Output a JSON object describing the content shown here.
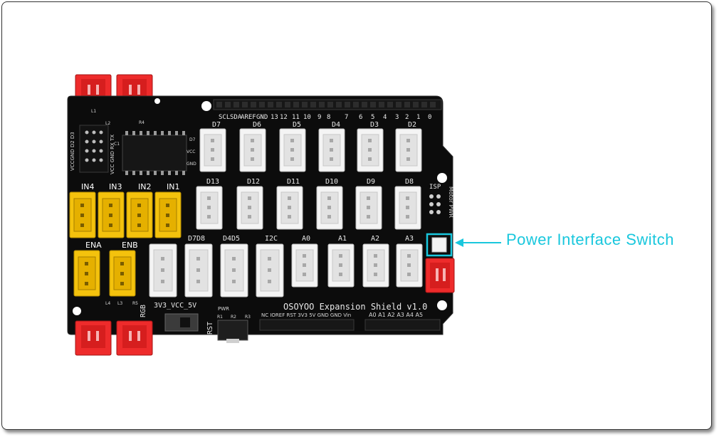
{
  "callout": {
    "label": "Power Interface Switch",
    "color": "#19c7dd"
  },
  "board": {
    "title": "OSOYOO Expansion Shield v1.0",
    "header_top_labels": [
      "SCL",
      "SDA",
      "AREF",
      "GND",
      "13",
      "12",
      "11",
      "10",
      "9",
      "8",
      "7",
      "6",
      "5",
      "4",
      "3",
      "2",
      "1",
      "0"
    ],
    "row1_labels": [
      "D7",
      "D6",
      "D5",
      "D4",
      "D3",
      "D2"
    ],
    "row2_labels": [
      "D13",
      "D12",
      "D11",
      "D10",
      "D9",
      "D8"
    ],
    "row3_labels": [
      "D7D8",
      "D4D5",
      "I2C",
      "A0",
      "A1",
      "A2",
      "A3"
    ],
    "yellow_top_labels": [
      "IN4",
      "IN3",
      "IN2",
      "IN1"
    ],
    "yellow_bottom_labels": [
      "ENA",
      "ENB"
    ],
    "isp_label": "ISP",
    "motor_pwr_label": "Motor PWR",
    "bottom_header_left": "NC IOREF RST 3V3 5V GND GND Vin",
    "bottom_header_right": "A0 A1 A2 A3 A4 A5",
    "switch_label": "3V3_VCC_5V",
    "rst_label": "RST",
    "rgb_label": "RGB",
    "pwr_label": "PWR",
    "side_labels": [
      "VCC",
      "GND"
    ],
    "serial_labels": "VCC GND RX TX",
    "left_pins_label": "VCCGND D2 D3",
    "components": [
      "L1",
      "R4",
      "C1",
      "L2",
      "R1",
      "R2",
      "R3",
      "L4",
      "R5",
      "L3"
    ],
    "colors": {
      "pcb": "#0c0c0c",
      "white_connector": "#f2f2f2",
      "yellow_connector": "#f4c20d",
      "red_connector": "#ee2b2b"
    }
  }
}
